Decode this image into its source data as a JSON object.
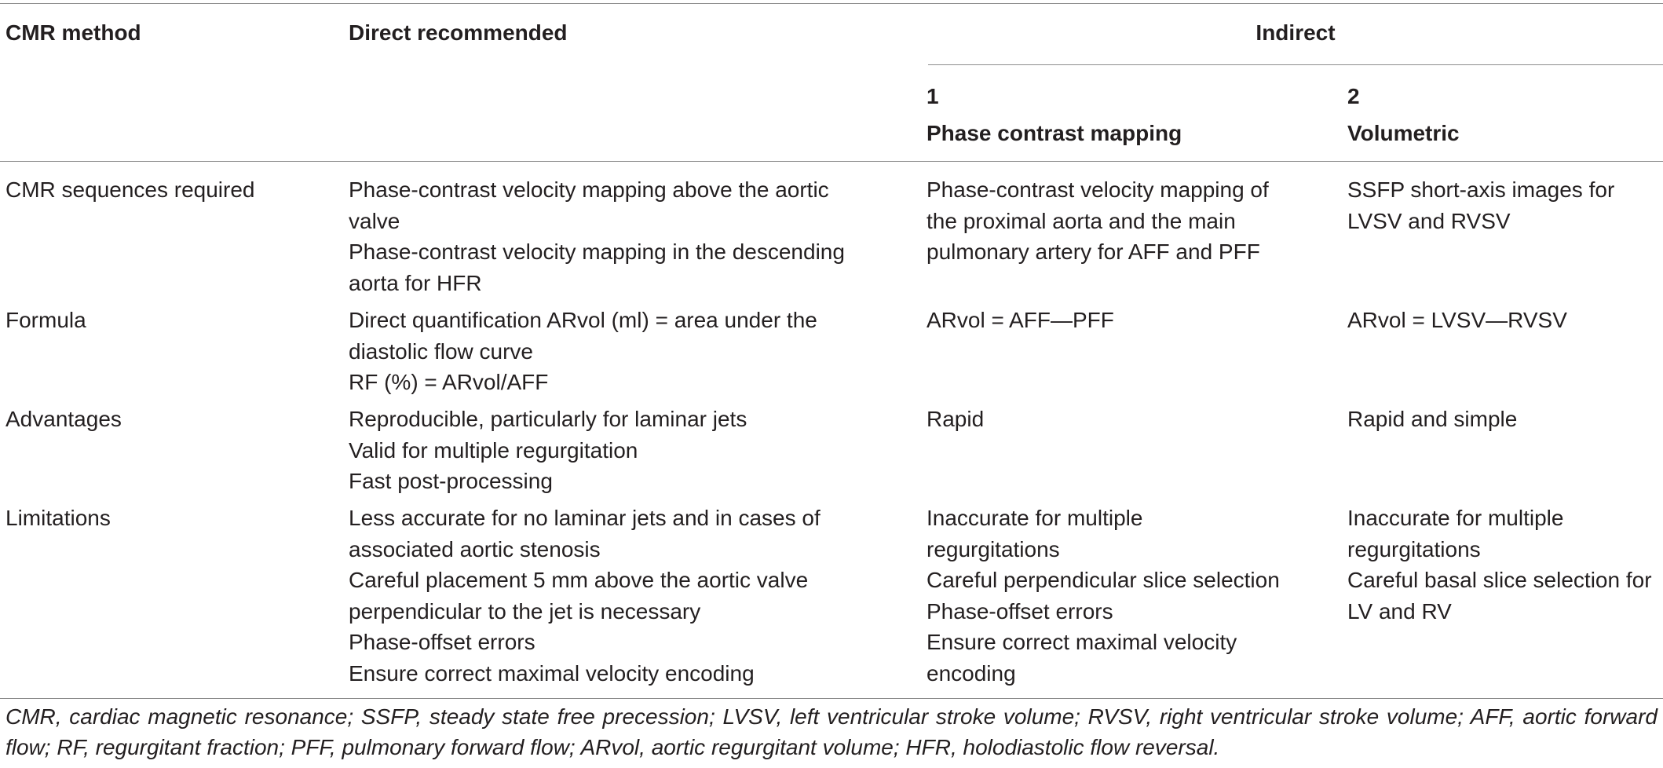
{
  "header": {
    "col1": "CMR method",
    "col2": "Direct recommended",
    "indirect": "Indirect",
    "sub1_num": "1",
    "sub1_label": "Phase contrast mapping",
    "sub2_num": "2",
    "sub2_label": "Volumetric"
  },
  "rows": [
    {
      "label": "CMR sequences required",
      "direct": [
        "Phase-contrast velocity mapping above the aortic",
        "valve",
        "Phase-contrast velocity mapping in the descending",
        "aorta for HFR"
      ],
      "phase": [
        "Phase-contrast velocity mapping of",
        "the proximal aorta and the main",
        "pulmonary artery for AFF and PFF"
      ],
      "volumetric": [
        "SSFP short-axis images for",
        "LVSV and RVSV"
      ]
    },
    {
      "label": "Formula",
      "direct": [
        "Direct quantification ARvol (ml) = area under the",
        "diastolic flow curve",
        "RF (%) = ARvol/AFF"
      ],
      "phase": [
        "ARvol = AFF—PFF"
      ],
      "volumetric": [
        "ARvol = LVSV—RVSV"
      ]
    },
    {
      "label": "Advantages",
      "direct": [
        "Reproducible, particularly for laminar jets",
        "Valid for multiple regurgitation",
        "Fast post-processing"
      ],
      "phase": [
        "Rapid"
      ],
      "volumetric": [
        "Rapid and simple"
      ]
    },
    {
      "label": "Limitations",
      "direct": [
        "Less accurate for no laminar jets and in cases of",
        "associated aortic stenosis",
        "Careful placement 5 mm above the aortic valve",
        "perpendicular to the jet is necessary",
        "Phase-offset errors",
        "Ensure correct maximal velocity encoding"
      ],
      "phase": [
        "Inaccurate for multiple",
        "regurgitations",
        "Careful perpendicular slice selection",
        "Phase-offset errors",
        "Ensure correct maximal velocity",
        "encoding"
      ],
      "volumetric": [
        "Inaccurate for multiple",
        "regurgitations",
        "Careful basal slice selection for",
        "LV and RV"
      ]
    }
  ],
  "footnote": "CMR, cardiac magnetic resonance; SSFP, steady state free precession; LVSV, left ventricular stroke volume; RVSV, right ventricular stroke volume; AFF, aortic forward flow; RF, regurgitant fraction; PFF, pulmonary forward flow; ARvol, aortic regurgitant volume; HFR, holodiastolic flow reversal."
}
